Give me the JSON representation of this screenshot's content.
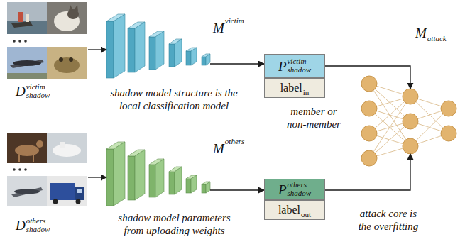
{
  "diagram": {
    "nodes": [
      {
        "text": [
          "D",
          "shadow",
          "victim"
        ]
      },
      {
        "text": [
          "M",
          "victim"
        ]
      },
      {
        "text": [
          "P",
          "shadow",
          "victim"
        ]
      },
      {
        "text": [
          "label",
          "in"
        ]
      },
      {
        "text": [
          "M",
          "attack"
        ]
      },
      {
        "text": [
          "D",
          "shadow",
          "others"
        ]
      },
      {
        "text": [
          "M",
          "others"
        ]
      },
      {
        "text": [
          "P",
          "shadow",
          "others"
        ]
      },
      {
        "text": [
          "label",
          "out"
        ]
      }
    ],
    "edges": [
      {
        "from": 0,
        "to": 1,
        "arrow": "to"
      },
      {
        "from": 1,
        "to": 2,
        "arrow": "to"
      },
      {
        "from": 2,
        "to": 4,
        "arrow": "to"
      },
      {
        "from": 5,
        "to": 6,
        "arrow": "to"
      },
      {
        "from": 6,
        "to": 7,
        "arrow": "to"
      },
      {
        "from": 7,
        "to": 4,
        "arrow": "to"
      }
    ],
    "labels": [
      "shadow model structure is the local classification model",
      "member or non-member",
      "shadow model parameters from uploading weights",
      "attack core is the overfitting"
    ]
  }
}
